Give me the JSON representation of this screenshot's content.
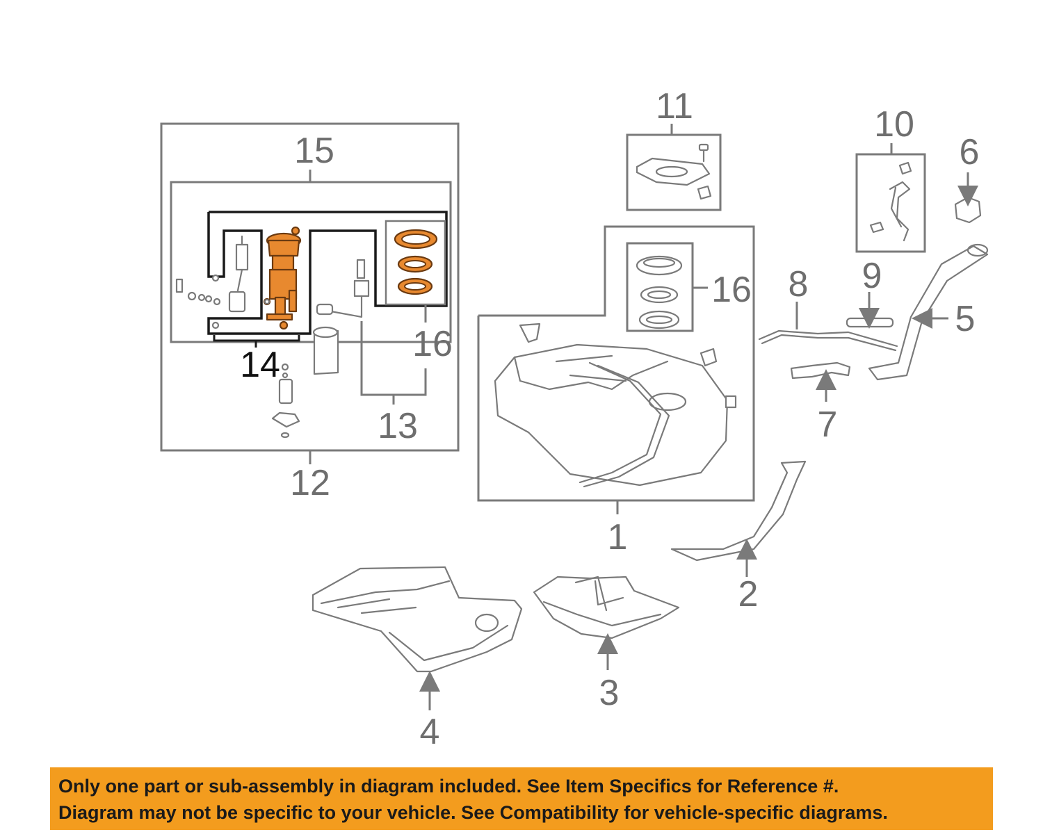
{
  "callouts": {
    "c1": "1",
    "c2": "2",
    "c3": "3",
    "c4": "4",
    "c5": "5",
    "c6": "6",
    "c7": "7",
    "c8": "8",
    "c9": "9",
    "c10": "10",
    "c11": "11",
    "c12": "12",
    "c13": "13",
    "c14": "14",
    "c15": "15",
    "c16a": "16",
    "c16b": "16"
  },
  "highlighted_callout": "14",
  "colors": {
    "highlight": "#e8892f",
    "banner": "#f39c1e",
    "line_art": "#7a7a7a"
  },
  "disclaimer": {
    "line1": "Only one part or sub-assembly in diagram included. See Item Specifics for Reference #.",
    "line2": "Diagram may not be specific to your vehicle. See Compatibility for vehicle-specific diagrams."
  }
}
